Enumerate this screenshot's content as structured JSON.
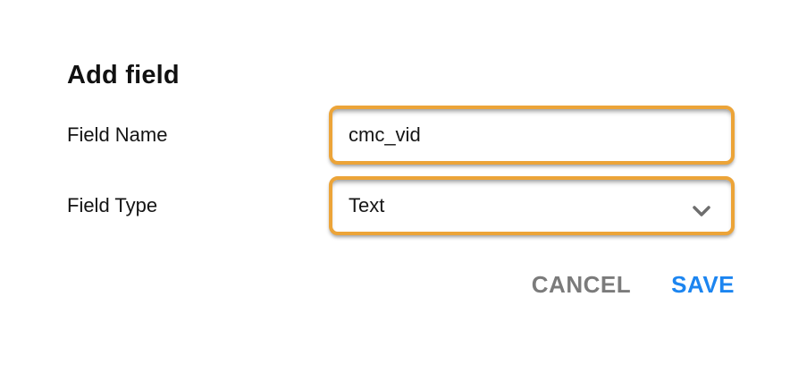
{
  "dialog": {
    "title": "Add field",
    "fields": {
      "field_name": {
        "label": "Field Name",
        "value": "cmc_vid"
      },
      "field_type": {
        "label": "Field Type",
        "value": "Text",
        "icon": "chevron-down-icon"
      }
    },
    "actions": {
      "cancel_label": "CANCEL",
      "save_label": "SAVE"
    },
    "colors": {
      "accent_border": "#ECA438",
      "cancel_color": "#7B7B7B",
      "save_color": "#1C85F0",
      "chevron_color": "#6E6E6E"
    }
  }
}
